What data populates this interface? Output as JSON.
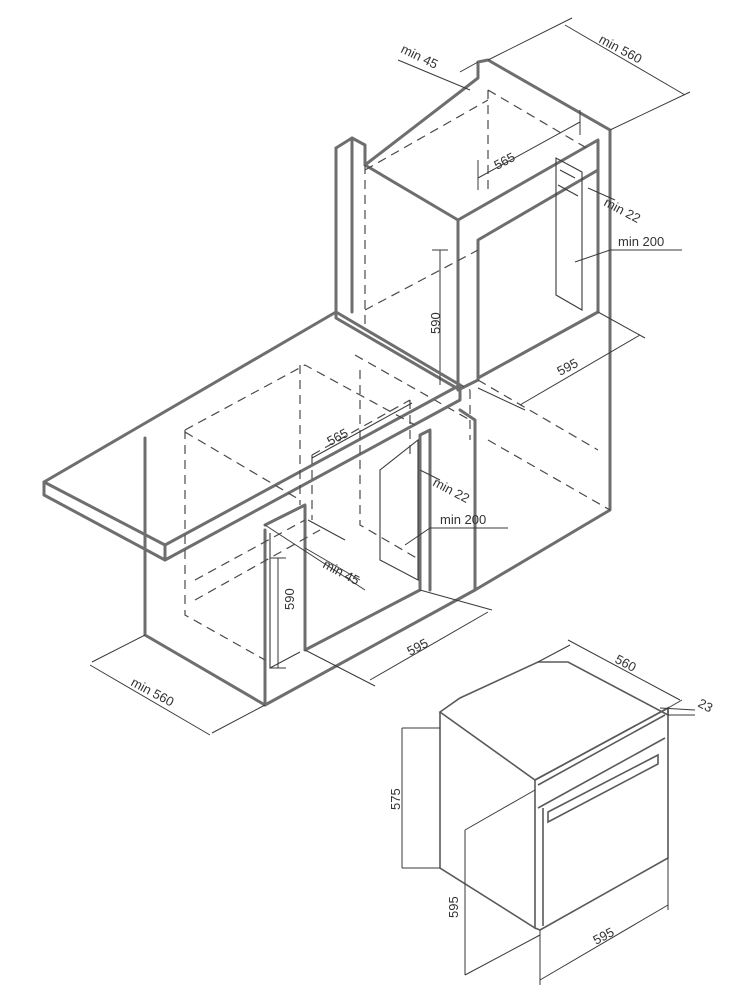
{
  "labels": {
    "top_min45": "min 45",
    "top_min560": "min 560",
    "top_565": "565",
    "top_min22": "min 22",
    "top_min200": "min 200",
    "top_590": "590",
    "top_595": "595",
    "low_565": "565",
    "low_min22": "min 22",
    "low_min200": "min 200",
    "low_min45": "min 45",
    "low_590": "590",
    "low_595": "595",
    "low_min560": "min 560",
    "oven_560": "560",
    "oven_23": "23",
    "oven_575": "575",
    "oven_595_h": "595",
    "oven_595_w": "595"
  }
}
